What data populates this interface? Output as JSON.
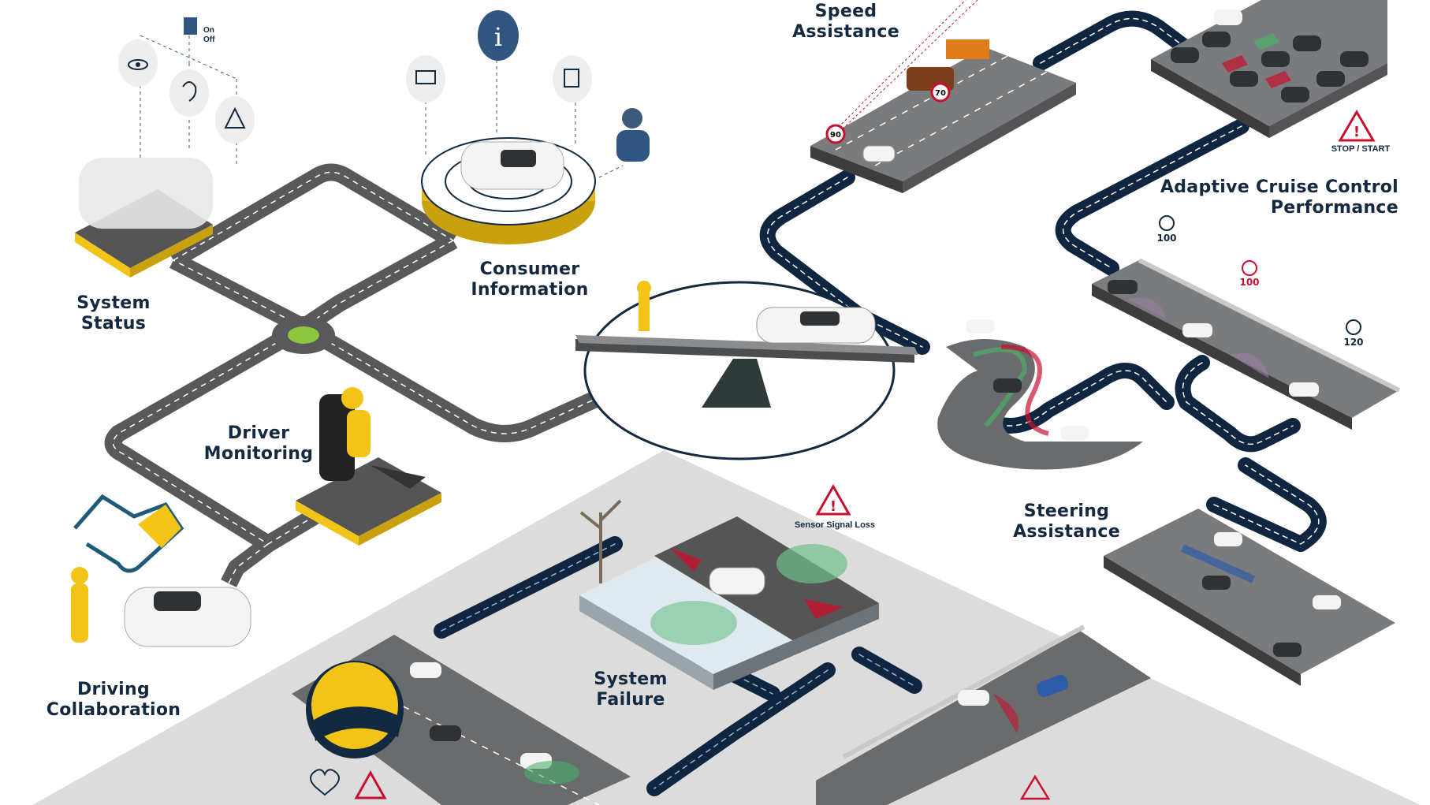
{
  "colors": {
    "navy": "#13293f",
    "road_dark": "#0f2540",
    "road_grey": "#6d6f71",
    "yellow": "#f2c417",
    "alert_red": "#c8102e",
    "sensor_green": "#6fbf8a",
    "ground": "#dcdcdc"
  },
  "labels": {
    "speed_assistance": [
      "Speed",
      "Assistance"
    ],
    "adaptive_cruise": [
      "Adaptive Cruise Control",
      "Performance"
    ],
    "stop_start": "STOP / START",
    "consumer_information": [
      "Consumer",
      "Information"
    ],
    "system_status": [
      "System",
      "Status"
    ],
    "driver_monitoring": [
      "Driver",
      "Monitoring"
    ],
    "steering_assistance": [
      "Steering",
      "Assistance"
    ],
    "sensor_signal_loss": "Sensor Signal Loss",
    "system_failure": [
      "System",
      "Failure"
    ],
    "driving_collaboration": [
      "Driving",
      "Collaboration"
    ],
    "on": "On",
    "off": "Off"
  },
  "speed_signs": [
    "90",
    "70"
  ],
  "gauges": [
    "100",
    "100",
    "120"
  ],
  "icons": [
    "eye-icon",
    "ear-icon",
    "warning-icon",
    "toggle-icon",
    "info-icon",
    "monitor-play-icon",
    "manual-book-icon",
    "agent-headset-icon",
    "handshake-icon",
    "heart-rate-icon"
  ]
}
